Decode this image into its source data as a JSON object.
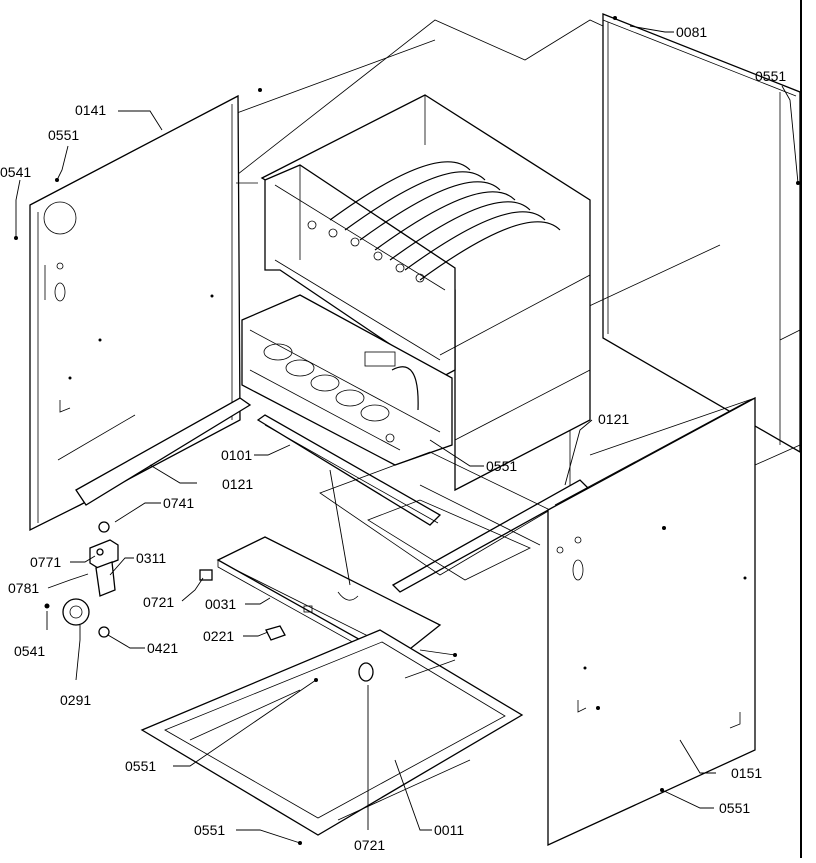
{
  "diagram": {
    "title": "",
    "part_labels": [
      {
        "id": "l0081a",
        "text": "0081"
      },
      {
        "id": "l0551a",
        "text": "0551"
      },
      {
        "id": "l0141",
        "text": "0141"
      },
      {
        "id": "l0551b",
        "text": "0551"
      },
      {
        "id": "l0541a",
        "text": "0541"
      },
      {
        "id": "l0121a",
        "text": "0121"
      },
      {
        "id": "l0101",
        "text": "0101"
      },
      {
        "id": "l0551c",
        "text": "0551"
      },
      {
        "id": "l0121b",
        "text": "0121"
      },
      {
        "id": "l0741",
        "text": "0741"
      },
      {
        "id": "l0771",
        "text": "0771"
      },
      {
        "id": "l0311",
        "text": "0311"
      },
      {
        "id": "l0781",
        "text": "0781"
      },
      {
        "id": "l0721a",
        "text": "0721"
      },
      {
        "id": "l0031",
        "text": "0031"
      },
      {
        "id": "l0541b",
        "text": "0541"
      },
      {
        "id": "l0221",
        "text": "0221"
      },
      {
        "id": "l0421",
        "text": "0421"
      },
      {
        "id": "l0291",
        "text": "0291"
      },
      {
        "id": "l0551d",
        "text": "0551"
      },
      {
        "id": "l0151",
        "text": "0151"
      },
      {
        "id": "l0551e",
        "text": "0551"
      },
      {
        "id": "l0551f",
        "text": "0551"
      },
      {
        "id": "l0721b",
        "text": "0721"
      },
      {
        "id": "l0011",
        "text": "0011"
      }
    ]
  }
}
